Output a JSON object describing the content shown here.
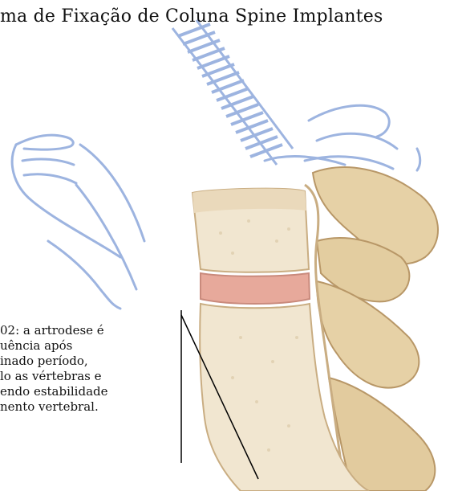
{
  "title": "ma de Fixação de Coluna Spine Implantes",
  "caption": {
    "lines": [
      "02: a artrodese é",
      "uência após",
      "inado período,",
      "lo as vértebras e",
      "endo estabilidade",
      "nento vertebral."
    ]
  },
  "colors": {
    "sketch_blue": "#9db4e0",
    "bone": "#e8d6b4",
    "bone_shadow": "#c9ad82",
    "disc": "#e7a99b"
  }
}
